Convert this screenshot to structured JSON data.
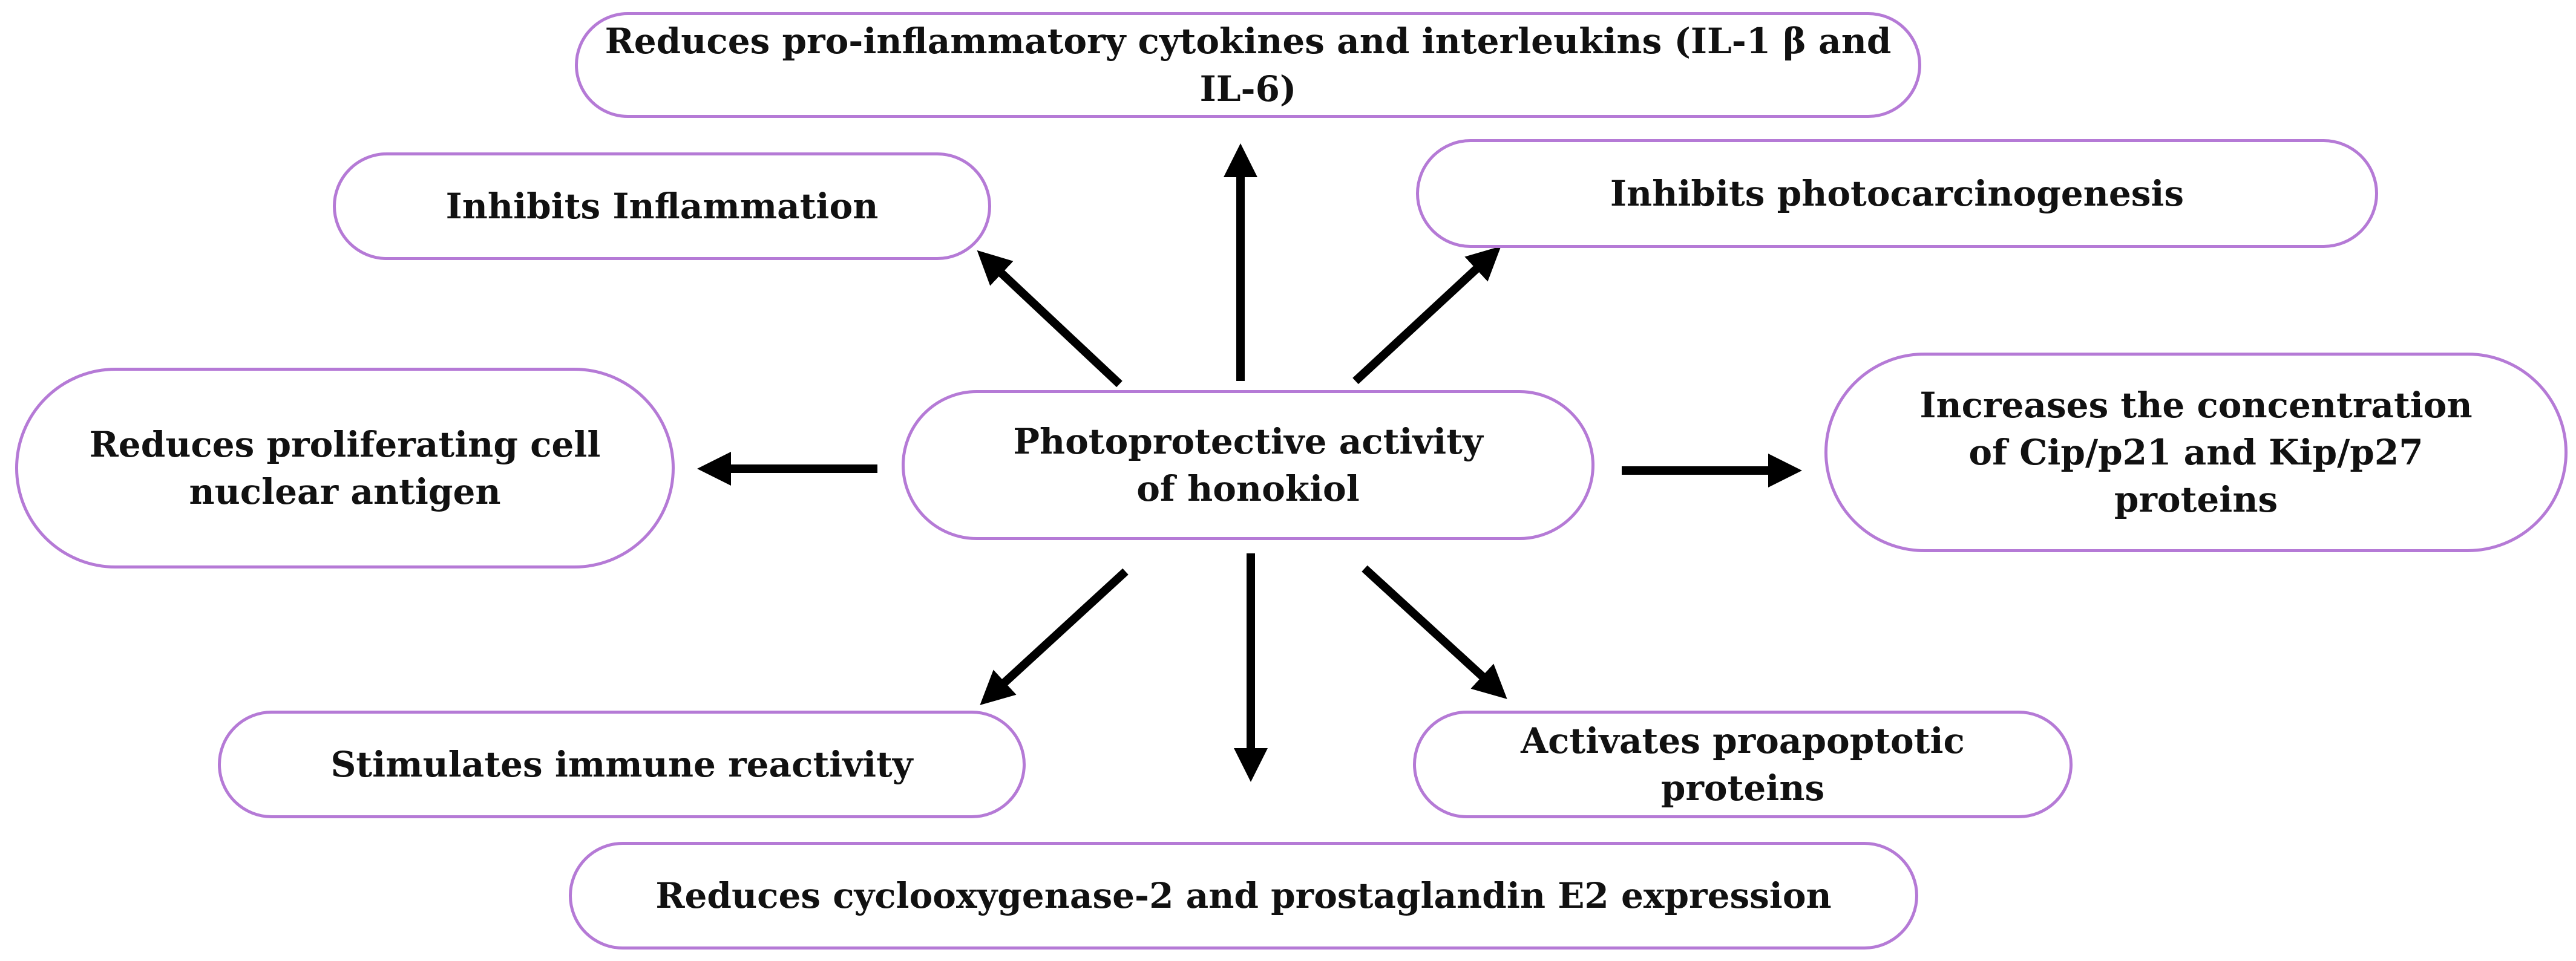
{
  "colors": {
    "node_border": "#b57ad6",
    "arrow": "#000000",
    "text": "#111111"
  },
  "center": {
    "label": "Photoprotective activity of honokiol"
  },
  "effects": {
    "top": "Reduces pro-inflammatory cytokines and interleukins (IL-1 β and IL-6)",
    "upper_left": "Inhibits Inflammation",
    "upper_right": "Inhibits photocarcinogenesis",
    "left": "Reduces proliferating cell nuclear antigen",
    "right": "Increases the concentration of Cip/p21 and Kip/p27 proteins",
    "lower_left": "Stimulates immune reactivity",
    "lower_right": "Activates proapoptotic proteins",
    "bottom": "Reduces cyclooxygenase-2 and prostaglandin E2 expression"
  }
}
